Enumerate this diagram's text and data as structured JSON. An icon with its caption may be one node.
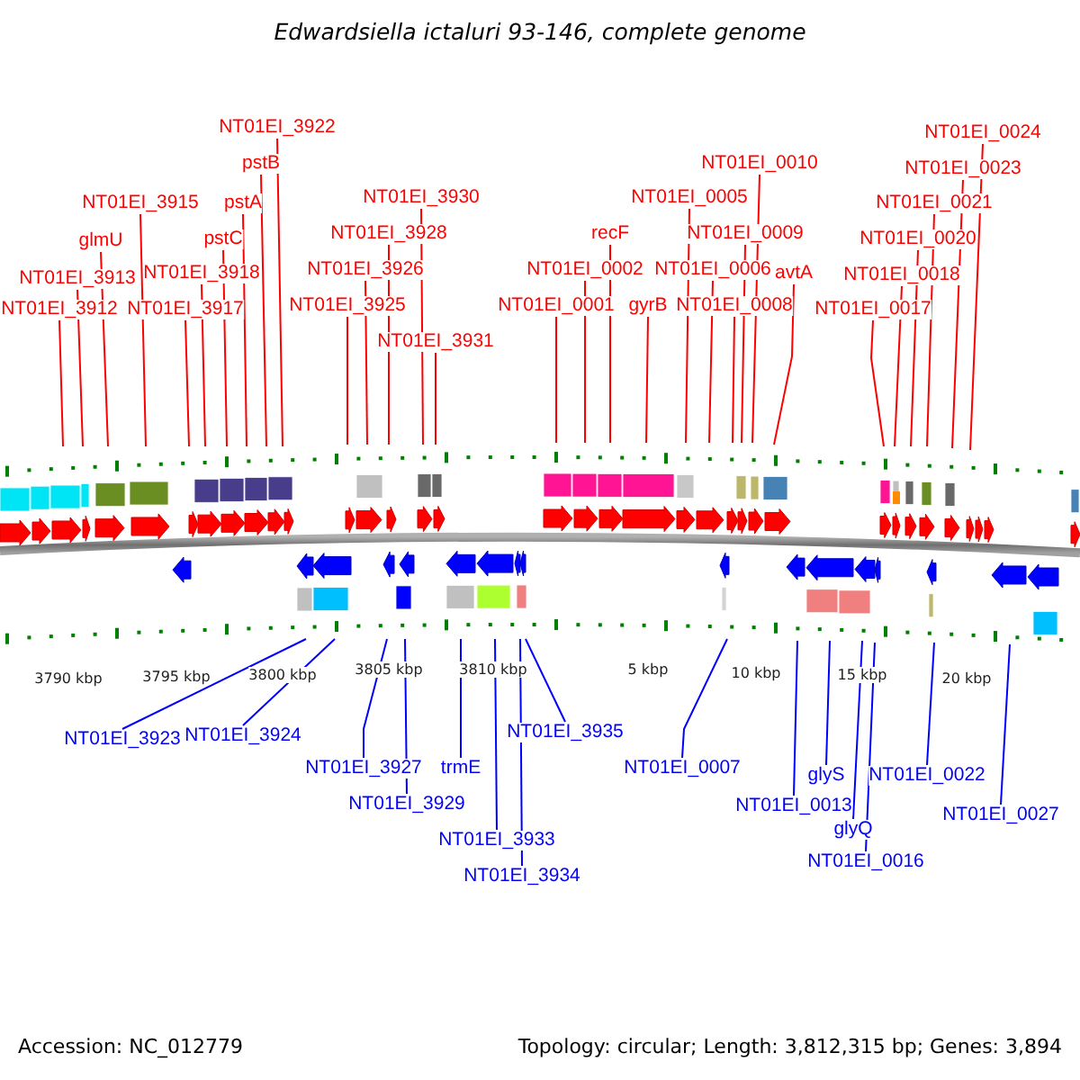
{
  "diagram": {
    "title": "Edwardsiella ictaluri 93-146, complete genome",
    "nodes": [
      {
        "text": [
          "NT01EI_3912"
        ]
      },
      {
        "text": [
          "NT01EI_3913"
        ]
      },
      {
        "text": [
          "glmU"
        ]
      },
      {
        "text": [
          "NT01EI_3915"
        ]
      },
      {
        "text": [
          "NT01EI_3917"
        ]
      },
      {
        "text": [
          "NT01EI_3918"
        ]
      },
      {
        "text": [
          "pstC"
        ]
      },
      {
        "text": [
          "pstA"
        ]
      },
      {
        "text": [
          "pstB"
        ]
      },
      {
        "text": [
          "NT01EI_3922"
        ]
      },
      {
        "text": [
          "NT01EI_3925"
        ]
      },
      {
        "text": [
          "NT01EI_3926"
        ]
      },
      {
        "text": [
          "NT01EI_3928"
        ]
      },
      {
        "text": [
          "NT01EI_3930"
        ]
      },
      {
        "text": [
          "NT01EI_3931"
        ]
      },
      {
        "text": [
          "NT01EI_0001"
        ]
      },
      {
        "text": [
          "NT01EI_0002"
        ]
      },
      {
        "text": [
          "recF"
        ]
      },
      {
        "text": [
          "gyrB"
        ]
      },
      {
        "text": [
          "NT01EI_0005"
        ]
      },
      {
        "text": [
          "NT01EI_0006"
        ]
      },
      {
        "text": [
          "NT01EI_0008"
        ]
      },
      {
        "text": [
          "NT01EI_0009"
        ]
      },
      {
        "text": [
          "NT01EI_0010"
        ]
      },
      {
        "text": [
          "avtA"
        ]
      },
      {
        "text": [
          "NT01EI_0017"
        ]
      },
      {
        "text": [
          "NT01EI_0018"
        ]
      },
      {
        "text": [
          "NT01EI_0020"
        ]
      },
      {
        "text": [
          "NT01EI_0021"
        ]
      },
      {
        "text": [
          "NT01EI_0023"
        ]
      },
      {
        "text": [
          "NT01EI_0024"
        ]
      },
      {
        "text": [
          "NT01EI_3923"
        ]
      },
      {
        "text": [
          "NT01EI_3924"
        ]
      },
      {
        "text": [
          "NT01EI_3927"
        ]
      },
      {
        "text": [
          "NT01EI_3929"
        ]
      },
      {
        "text": [
          "trmE"
        ]
      },
      {
        "text": [
          "NT01EI_3933"
        ]
      },
      {
        "text": [
          "NT01EI_3934"
        ]
      },
      {
        "text": [
          "NT01EI_3935"
        ]
      },
      {
        "text": [
          "NT01EI_0007"
        ]
      },
      {
        "text": [
          "NT01EI_0013"
        ]
      },
      {
        "text": [
          "glyS"
        ]
      },
      {
        "text": [
          "glyQ"
        ]
      },
      {
        "text": [
          "NT01EI_0016"
        ]
      },
      {
        "text": [
          "NT01EI_0022"
        ]
      },
      {
        "text": [
          "NT01EI_0027"
        ]
      }
    ],
    "edges": [
      {
        "from": 0,
        "to": null,
        "arrow": "none"
      },
      {
        "from": 1,
        "to": null,
        "arrow": "none"
      },
      {
        "from": 2,
        "to": null,
        "arrow": "none"
      },
      {
        "from": 3,
        "to": null,
        "arrow": "none"
      },
      {
        "from": 4,
        "to": null,
        "arrow": "none"
      },
      {
        "from": 5,
        "to": null,
        "arrow": "none"
      },
      {
        "from": 6,
        "to": null,
        "arrow": "none"
      },
      {
        "from": 7,
        "to": null,
        "arrow": "none"
      },
      {
        "from": 8,
        "to": null,
        "arrow": "none"
      },
      {
        "from": 9,
        "to": null,
        "arrow": "none"
      },
      {
        "from": 10,
        "to": null,
        "arrow": "none"
      },
      {
        "from": 11,
        "to": null,
        "arrow": "none"
      },
      {
        "from": 12,
        "to": null,
        "arrow": "none"
      },
      {
        "from": 13,
        "to": null,
        "arrow": "none"
      },
      {
        "from": 14,
        "to": null,
        "arrow": "none"
      },
      {
        "from": 15,
        "to": null,
        "arrow": "none"
      },
      {
        "from": 16,
        "to": null,
        "arrow": "none"
      },
      {
        "from": 17,
        "to": null,
        "arrow": "none"
      },
      {
        "from": 18,
        "to": null,
        "arrow": "none"
      },
      {
        "from": 19,
        "to": null,
        "arrow": "none"
      },
      {
        "from": 20,
        "to": null,
        "arrow": "none"
      },
      {
        "from": 21,
        "to": null,
        "arrow": "none"
      },
      {
        "from": 22,
        "to": null,
        "arrow": "none"
      },
      {
        "from": 23,
        "to": null,
        "arrow": "none"
      },
      {
        "from": 24,
        "to": null,
        "arrow": "none"
      },
      {
        "from": 25,
        "to": null,
        "arrow": "none"
      },
      {
        "from": 26,
        "to": null,
        "arrow": "none"
      },
      {
        "from": 27,
        "to": null,
        "arrow": "none"
      },
      {
        "from": 28,
        "to": null,
        "arrow": "none"
      },
      {
        "from": 29,
        "to": null,
        "arrow": "none"
      },
      {
        "from": 30,
        "to": null,
        "arrow": "none"
      },
      {
        "from": 31,
        "to": null,
        "arrow": "none",
        "color": "#0000ff"
      },
      {
        "from": 32,
        "to": null,
        "arrow": "none",
        "color": "#0000ff"
      },
      {
        "from": 33,
        "to": null,
        "arrow": "none",
        "color": "#0000ff"
      },
      {
        "from": 34,
        "to": null,
        "arrow": "none",
        "color": "#0000ff"
      },
      {
        "from": 35,
        "to": null,
        "arrow": "none",
        "color": "#0000ff"
      },
      {
        "from": 36,
        "to": null,
        "arrow": "none",
        "color": "#0000ff"
      },
      {
        "from": 37,
        "to": null,
        "arrow": "none",
        "color": "#0000ff"
      },
      {
        "from": 38,
        "to": null,
        "arrow": "none",
        "color": "#0000ff"
      },
      {
        "from": 39,
        "to": null,
        "arrow": "none",
        "color": "#0000ff"
      },
      {
        "from": 40,
        "to": null,
        "arrow": "none",
        "color": "#0000ff"
      },
      {
        "from": 41,
        "to": null,
        "arrow": "none",
        "color": "#0000ff"
      },
      {
        "from": 42,
        "to": null,
        "arrow": "none",
        "color": "#0000ff"
      },
      {
        "from": 43,
        "to": null,
        "arrow": "none",
        "color": "#0000ff"
      },
      {
        "from": 44,
        "to": null,
        "arrow": "none",
        "color": "#0000ff"
      },
      {
        "from": 45,
        "to": null,
        "arrow": "none",
        "color": "#0000ff"
      }
    ],
    "labels": [
      "3790 kbp",
      "3795 kbp",
      "3800 kbp",
      "3805 kbp",
      "3810 kbp",
      "5 kbp",
      "10 kbp",
      "15 kbp",
      "20 kbp",
      "Accession: NC_012779",
      "Topology: circular; Length: 3,812,315 bp; Genes: 3,894"
    ]
  }
}
